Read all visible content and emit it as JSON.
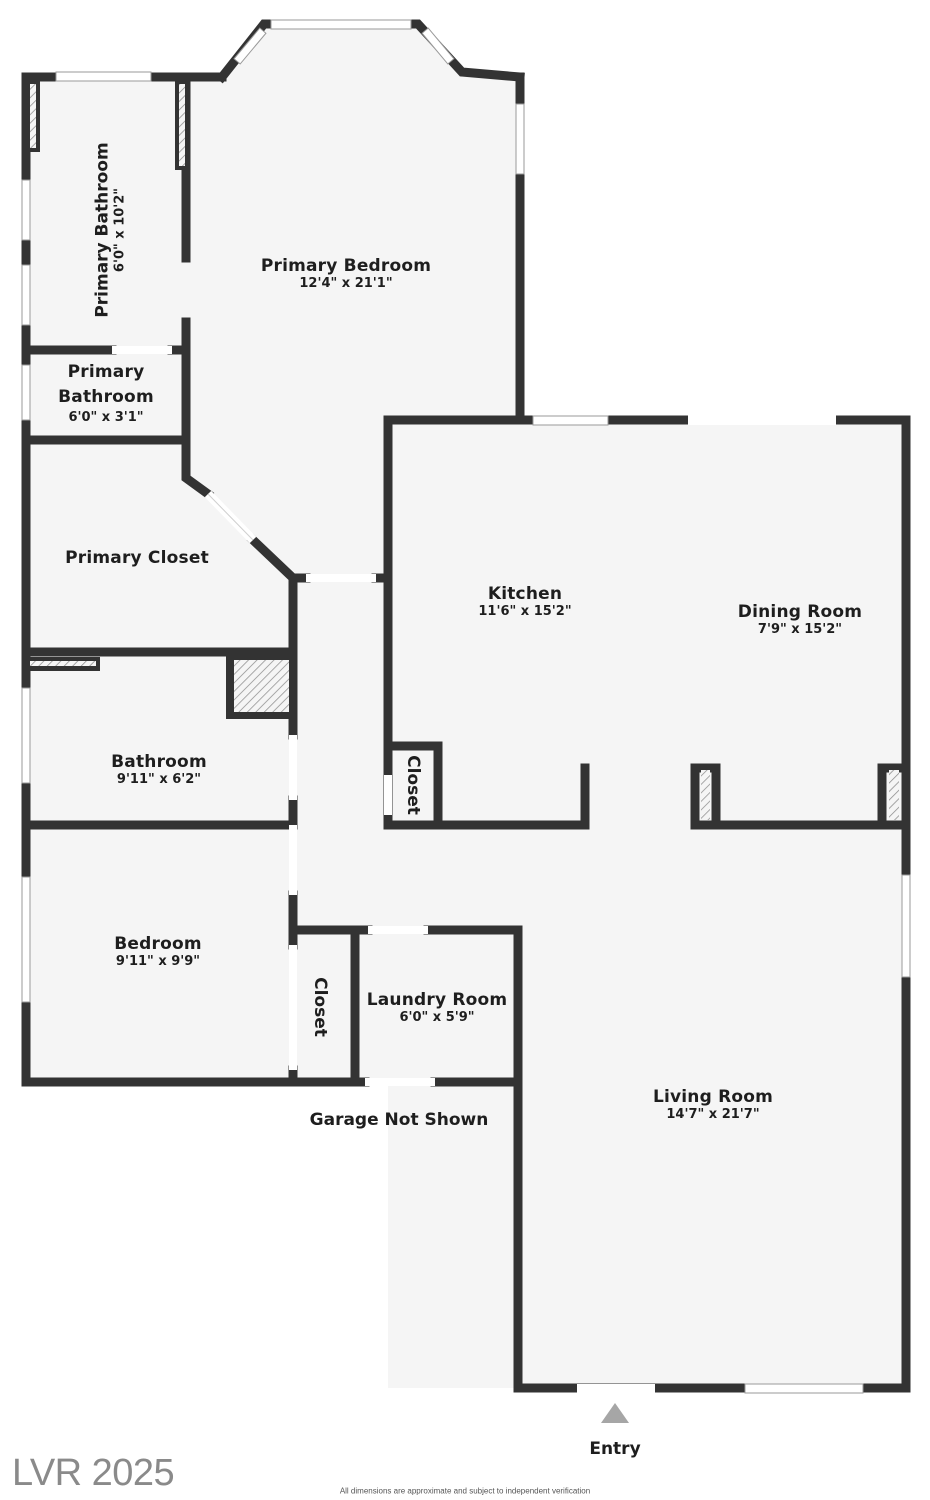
{
  "floorplan": {
    "rooms": [
      {
        "id": "primary-bedroom",
        "name": "Primary Bedroom",
        "dimensions": "12'4\" x 21'1\""
      },
      {
        "id": "primary-bathroom-1",
        "name": "Primary Bathroom",
        "dimensions": "6'0\" x 10'2\""
      },
      {
        "id": "primary-bathroom-2",
        "name_line1": "Primary",
        "name_line2": "Bathroom",
        "dimensions": "6'0\" x 3'1\""
      },
      {
        "id": "primary-closet",
        "name": "Primary Closet"
      },
      {
        "id": "bathroom",
        "name": "Bathroom",
        "dimensions": "9'11\" x 6'2\""
      },
      {
        "id": "bedroom",
        "name": "Bedroom",
        "dimensions": "9'11\" x 9'9\""
      },
      {
        "id": "closet-hall",
        "name": "Closet"
      },
      {
        "id": "closet-kitchen",
        "name": "Closet"
      },
      {
        "id": "laundry-room",
        "name": "Laundry Room",
        "dimensions": "6'0\" x 5'9\""
      },
      {
        "id": "kitchen",
        "name": "Kitchen",
        "dimensions": "11'6\" x 15'2\""
      },
      {
        "id": "dining-room",
        "name": "Dining Room",
        "dimensions": "7'9\" x 15'2\""
      },
      {
        "id": "living-room",
        "name": "Living Room",
        "dimensions": "14'7\" x 21'7\""
      }
    ],
    "notes": {
      "garage": "Garage Not Shown",
      "entry": "Entry"
    },
    "watermark": "LVR 2025",
    "disclaimer": "All dimensions are approximate and subject to independent verification",
    "colors": {
      "wall": "#333333",
      "floor": "#f5f5f5",
      "background": "#ffffff",
      "entry_arrow": "#a6a6a6",
      "watermark": "#8a8a8a"
    }
  }
}
